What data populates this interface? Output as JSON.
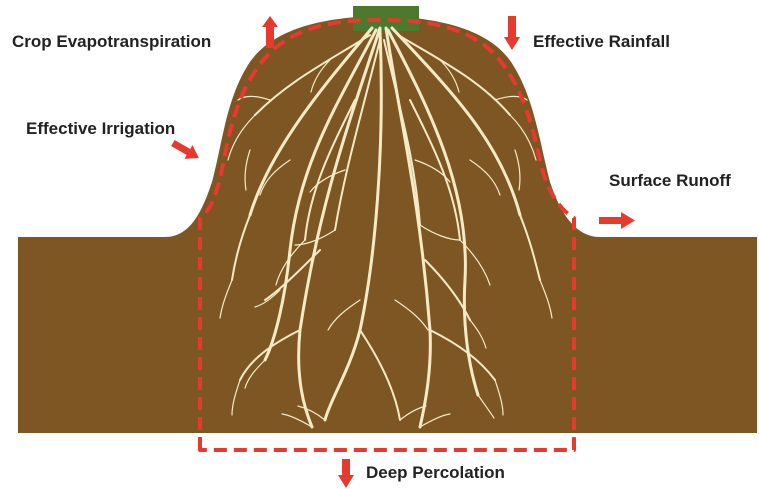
{
  "labels": {
    "crop_evapotranspiration": "Crop Evapotranspiration",
    "effective_rainfall": "Effective Rainfall",
    "effective_irrigation": "Effective Irrigation",
    "surface_runoff": "Surface Runoff",
    "deep_percolation": "Deep Percolation"
  },
  "colors": {
    "soil": "#7d5623",
    "boundary": "#e63a2e",
    "arrow": "#e63a2e",
    "roots": "#f4ebc6",
    "plant_stem": "#4b7a2c",
    "text": "#222222"
  }
}
